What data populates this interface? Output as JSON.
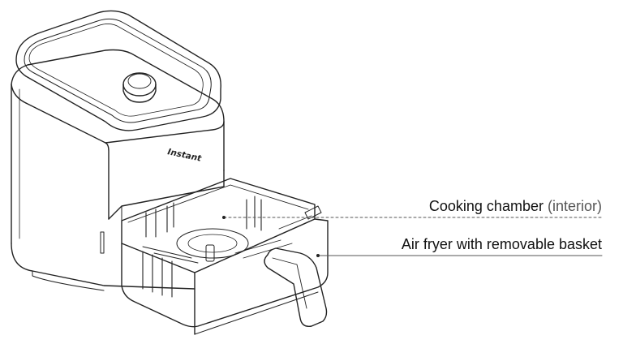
{
  "brand": {
    "logo_text": "Instant"
  },
  "callouts": [
    {
      "label": "Cooking chamber",
      "qualifier": "(interior)",
      "leader": "dashed"
    },
    {
      "label": "Air fryer with removable basket",
      "qualifier": "",
      "leader": "solid"
    }
  ],
  "colors": {
    "line": "#222222",
    "background": "#ffffff"
  }
}
